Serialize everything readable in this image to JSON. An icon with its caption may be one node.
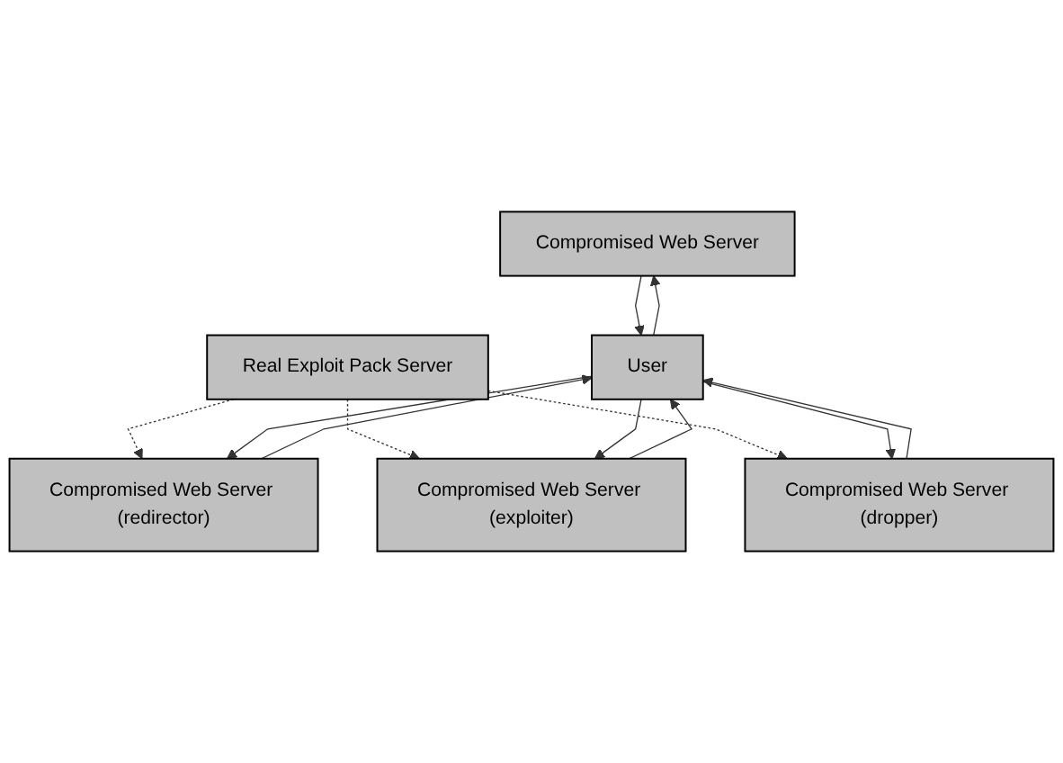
{
  "diagram": {
    "nodes": [
      {
        "text": [
          "Compromised Web Server"
        ]
      },
      {
        "text": [
          "Compromised Web Server (redirector)"
        ]
      },
      {
        "text": [
          "Compromised Web Server (exploiter)"
        ]
      },
      {
        "text": [
          "Compromised Web Server (dropper)"
        ]
      },
      {
        "text": [
          "Real Exploit Pack Server"
        ]
      },
      {
        "text": [
          "User"
        ]
      }
    ],
    "edges": [
      {
        "from": 4,
        "to": 3,
        "arrow": "to",
        "style": "dashed"
      },
      {
        "from": 4,
        "to": 2,
        "arrow": "to",
        "style": "dashed"
      },
      {
        "from": 4,
        "to": 1,
        "arrow": "to",
        "style": "dashed"
      },
      {
        "from": 0,
        "to": 5,
        "arrow": "to"
      },
      {
        "from": 1,
        "to": 5,
        "arrow": "to"
      },
      {
        "from": 2,
        "to": 5,
        "arrow": "to"
      },
      {
        "from": 3,
        "to": 5,
        "arrow": "to"
      },
      {
        "from": 5,
        "to": 0,
        "arrow": "to"
      },
      {
        "from": 5,
        "to": 1,
        "arrow": "to"
      },
      {
        "from": 5,
        "to": 2,
        "arrow": "to"
      },
      {
        "from": 5,
        "to": 3,
        "arrow": "to"
      }
    ]
  }
}
